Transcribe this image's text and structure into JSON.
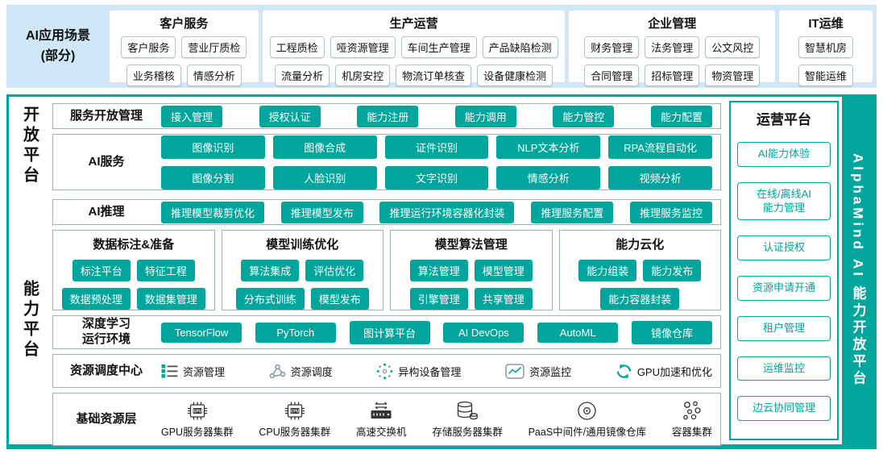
{
  "colors": {
    "accent_teal": "#00a59b",
    "header_bg": "#cfe7f6"
  },
  "header": {
    "label": "AI应用场景\n(部分)",
    "groups": [
      {
        "title": "客户服务",
        "chips": [
          "客户服务",
          "营业厅质检",
          "业务稽核",
          "情感分析"
        ]
      },
      {
        "title": "生产运营",
        "chips": [
          "工程质检",
          "哑资源管理",
          "车间生产管理",
          "产品缺陷检测",
          "流量分析",
          "机房安控",
          "物流订单核查",
          "设备健康检测"
        ]
      },
      {
        "title": "企业管理",
        "chips": [
          "财务管理",
          "法务管理",
          "公文风控",
          "合同管理",
          "招标管理",
          "物资管理"
        ]
      },
      {
        "title": "IT运维",
        "chips": [
          "智慧机房",
          "智能运维"
        ]
      }
    ]
  },
  "open_platform": {
    "label": "开放平台",
    "service_mgmt": {
      "title": "服务开放管理",
      "chips": [
        "接入管理",
        "授权认证",
        "能力注册",
        "能力调用",
        "能力管控",
        "能力配置"
      ]
    },
    "ai_services": {
      "title": "AI服务",
      "chips": [
        "图像识别",
        "图像合成",
        "证件识别",
        "NLP文本分析",
        "RPA流程自动化",
        "图像分割",
        "人脸识别",
        "文字识别",
        "情感分析",
        "视频分析"
      ]
    }
  },
  "capability_platform": {
    "label": "能力平台",
    "ai_inference": {
      "title": "AI推理",
      "chips": [
        "推理模型裁剪优化",
        "推理模型发布",
        "推理运行环境容器化封装",
        "推理服务配置",
        "推理服务监控"
      ]
    },
    "columns": [
      {
        "title": "数据标注&准备",
        "chips": [
          "标注平台",
          "特征工程",
          "数据预处理",
          "数据集管理"
        ]
      },
      {
        "title": "模型训练优化",
        "chips": [
          "算法集成",
          "评估优化",
          "分布式训练",
          "模型发布"
        ]
      },
      {
        "title": "模型算法管理",
        "chips": [
          "算法管理",
          "模型管理",
          "引擎管理",
          "共享管理"
        ]
      },
      {
        "title": "能力云化",
        "chips": [
          "能力组装",
          "能力发布",
          "能力容器封装"
        ]
      }
    ],
    "dl_runtime": {
      "title": "深度学习\n运行环境",
      "chips": [
        "TensorFlow",
        "PyTorch",
        "图计算平台",
        "AI DevOps",
        "AutoML",
        "镜像仓库"
      ]
    },
    "scheduling": {
      "title": "资源调度中心",
      "items": [
        {
          "icon": "list-icon",
          "label": "资源管理"
        },
        {
          "icon": "share-icon",
          "label": "资源调度"
        },
        {
          "icon": "burst-icon",
          "label": "异构设备管理"
        },
        {
          "icon": "chart-icon",
          "label": "资源监控"
        },
        {
          "icon": "refresh-icon",
          "label": "GPU加速和优化"
        }
      ]
    },
    "base_layer": {
      "title": "基础资源层",
      "items": [
        {
          "icon": "gpu-chip-icon",
          "label": "GPU服务器集群"
        },
        {
          "icon": "cpu-chip-icon",
          "label": "CPU服务器集群"
        },
        {
          "icon": "switch-icon",
          "label": "高速交换机"
        },
        {
          "icon": "storage-icon",
          "label": "存储服务器集群"
        },
        {
          "icon": "disc-icon",
          "label": "PaaS中间件/通用镜像仓库"
        },
        {
          "icon": "cluster-icon",
          "label": "容器集群"
        }
      ]
    }
  },
  "ops_platform": {
    "title": "运营平台",
    "buttons": [
      "AI能力体验",
      "在线/离线AI\n能力管理",
      "认证授权",
      "资源申请开通",
      "租户管理",
      "运维监控",
      "边云协同管理"
    ]
  },
  "brand": "AlphaMind AI 能力开放平台"
}
